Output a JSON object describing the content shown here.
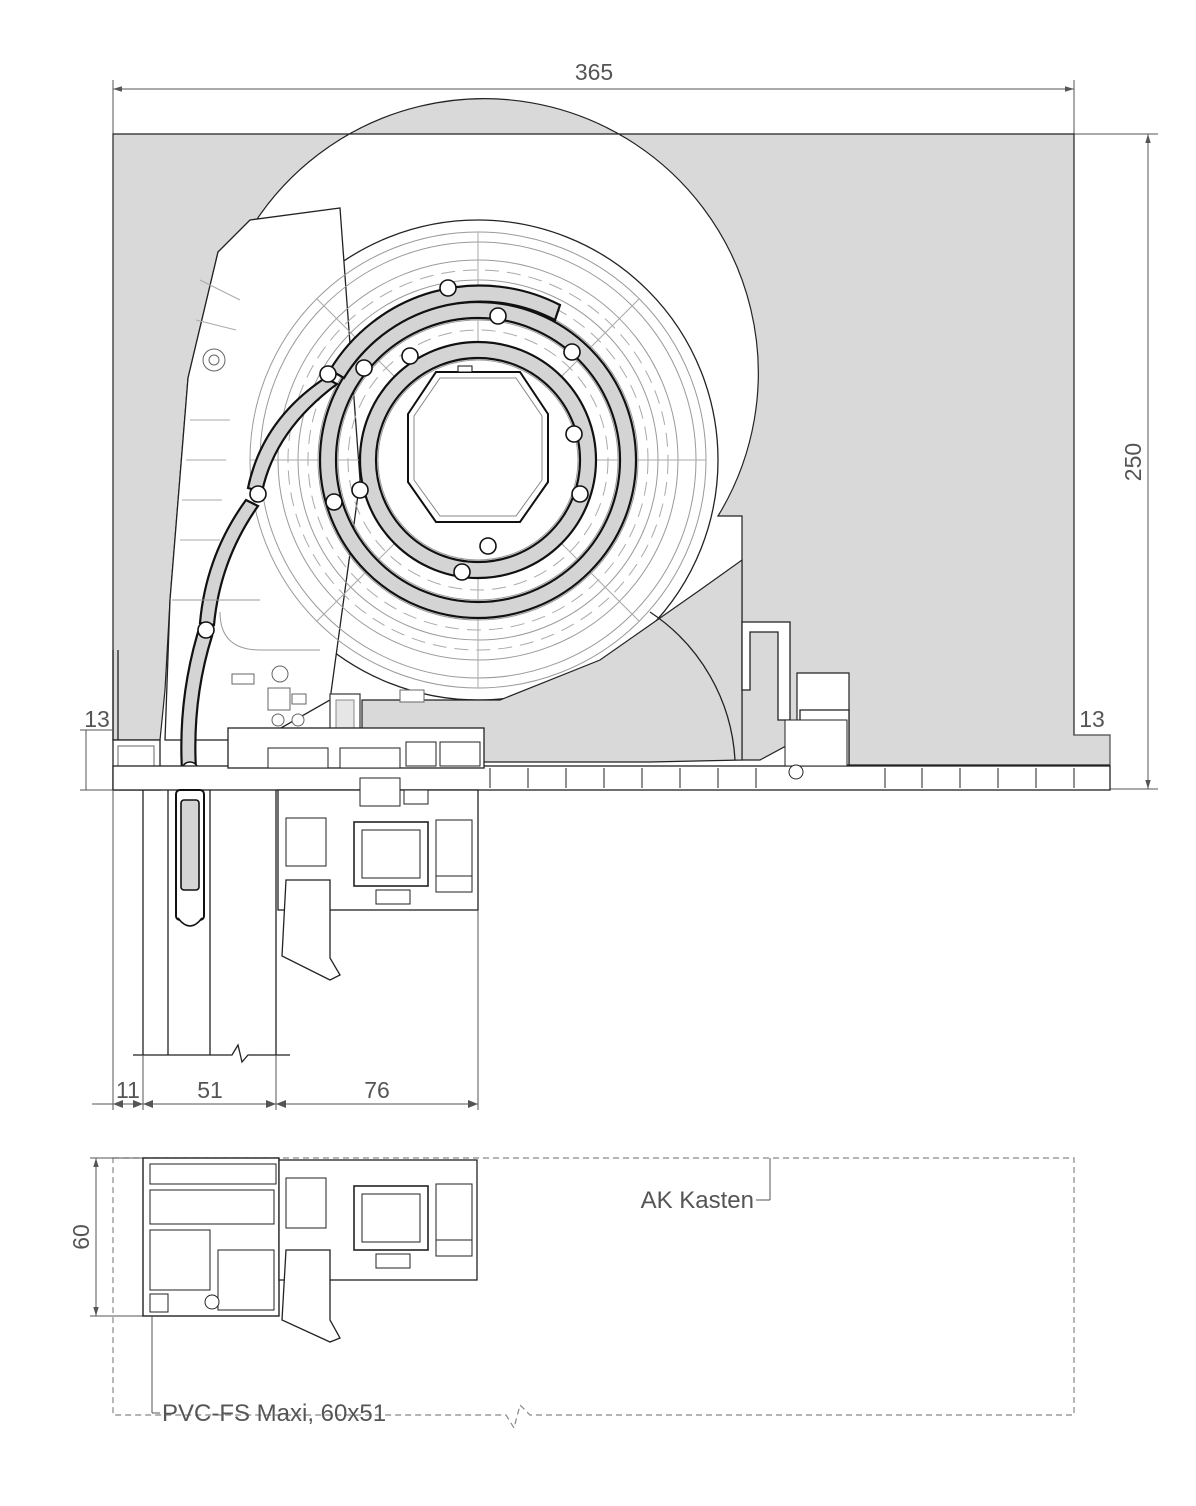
{
  "dimensions": {
    "width_total": "365",
    "height_total": "250",
    "left_edge": "13",
    "right_edge": "13",
    "guide_width": "11",
    "frame_width": "51",
    "window_width": "76",
    "profile_height": "60"
  },
  "labels": {
    "box_outline": "AK Kasten",
    "guide_rail": "PVC-FS Maxi, 60x51"
  }
}
